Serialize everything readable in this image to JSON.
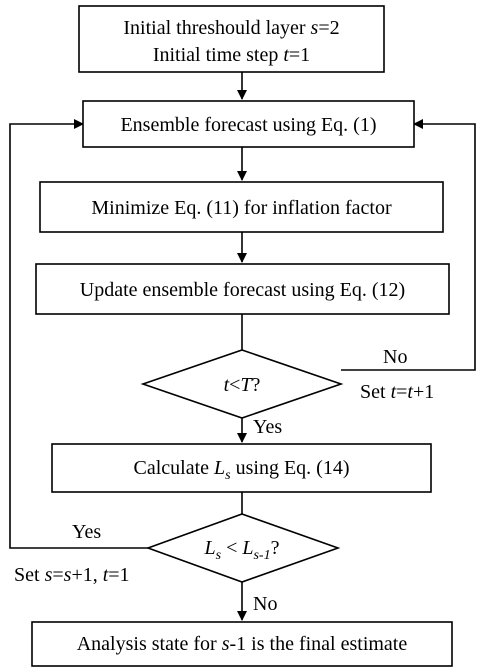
{
  "diagram": {
    "start_box": {
      "line1_prefix": "Initial threshould layer ",
      "line1_var": "s",
      "line1_suffix": "=2",
      "line2_prefix": "Initial time step ",
      "line2_var": "t",
      "line2_suffix": "=1"
    },
    "forecast_box": {
      "text": "Ensemble forecast using Eq. (1)"
    },
    "minimize_box": {
      "text": "Minimize Eq. (11) for inflation factor"
    },
    "update_box": {
      "text": "Update ensemble forecast using Eq. (12)"
    },
    "time_decision": {
      "var_t": "t",
      "op": "<",
      "var_T": "T",
      "suffix": "?"
    },
    "time_no": {
      "label": "No",
      "set_prefix": "Set ",
      "set_var1": "t",
      "set_eq": "=",
      "set_var2": "t",
      "set_suffix": "+1"
    },
    "time_yes": {
      "label": "Yes"
    },
    "calculate_box": {
      "prefix": "Calculate ",
      "var": "L",
      "sub": "s",
      "suffix": " using Eq. (14)"
    },
    "loss_decision": {
      "var_a": "L",
      "sub_a": "s",
      "op": " < ",
      "var_b": "L",
      "sub_b": "s-1",
      "suffix": "?"
    },
    "loss_yes": {
      "label": "Yes",
      "set_prefix": "Set ",
      "set_var1": "s",
      "set_eq": "=",
      "set_var2": "s",
      "set_mid": "+1, ",
      "set_var3": "t",
      "set_suffix": "=1"
    },
    "loss_no": {
      "label": "No"
    },
    "final_box": {
      "prefix": "Analysis state for ",
      "var": "s",
      "suffix": "-1 is the final estimate"
    }
  }
}
